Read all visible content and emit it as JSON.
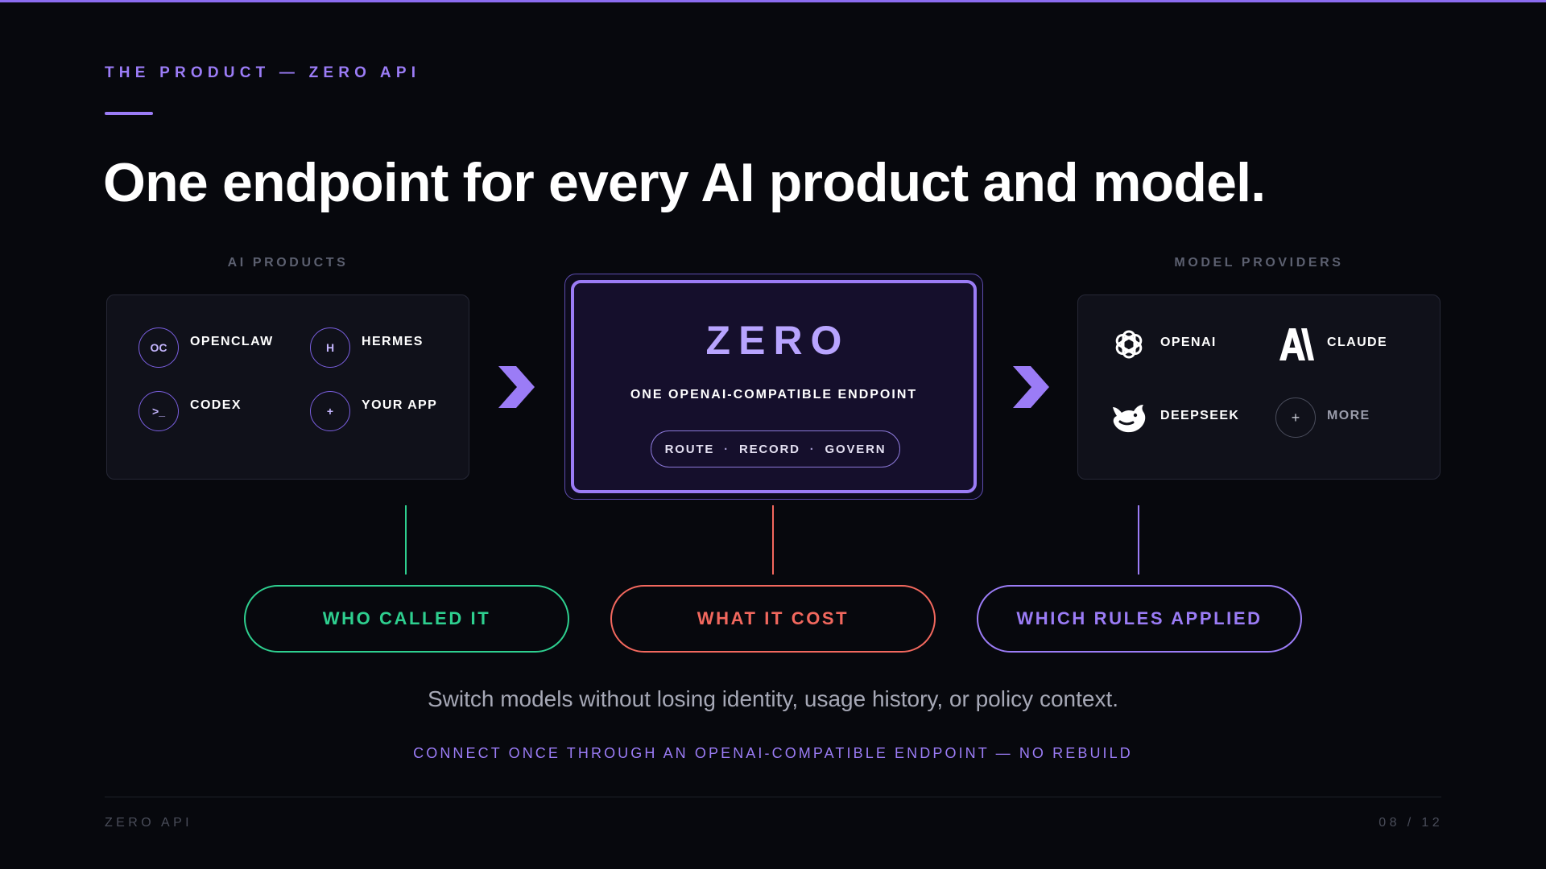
{
  "eyebrow": "THE PRODUCT — ZERO API",
  "headline": "One endpoint for every AI product and model.",
  "colors": {
    "accent": "#9b7cf6",
    "green": "#2ecf8f",
    "coral": "#f2685e",
    "background": "#07080d"
  },
  "products": {
    "label": "AI PRODUCTS",
    "items": [
      {
        "badge": "OC",
        "label": "OPENCLAW"
      },
      {
        "badge": "H",
        "label": "HERMES"
      },
      {
        "badge": ">_",
        "label": "CODEX"
      },
      {
        "badge": "+",
        "label": "YOUR APP"
      }
    ]
  },
  "zero": {
    "title": "ZERO",
    "subtitle": "ONE OPENAI-COMPATIBLE ENDPOINT",
    "pill": [
      "ROUTE",
      "RECORD",
      "GOVERN"
    ],
    "pill_separator": "·"
  },
  "providers": {
    "label": "MODEL PROVIDERS",
    "items": [
      {
        "icon": "openai-logo-icon",
        "label": "OPENAI"
      },
      {
        "icon": "anthropic-logo-icon",
        "label": "CLAUDE"
      },
      {
        "icon": "deepseek-logo-icon",
        "label": "DEEPSEEK"
      },
      {
        "icon": "plus-icon",
        "badge": "+",
        "label": "MORE"
      }
    ]
  },
  "tags": [
    {
      "label": "WHO CALLED IT",
      "color": "#2ecf8f"
    },
    {
      "label": "WHAT IT COST",
      "color": "#f2685e"
    },
    {
      "label": "WHICH RULES APPLIED",
      "color": "#9b7cf6"
    }
  ],
  "caption": "Switch models without losing identity, usage history, or policy context.",
  "subcaption": "CONNECT ONCE THROUGH AN OPENAI-COMPATIBLE ENDPOINT — NO REBUILD",
  "footer": {
    "left": "ZERO API",
    "page": "08 / 12"
  }
}
